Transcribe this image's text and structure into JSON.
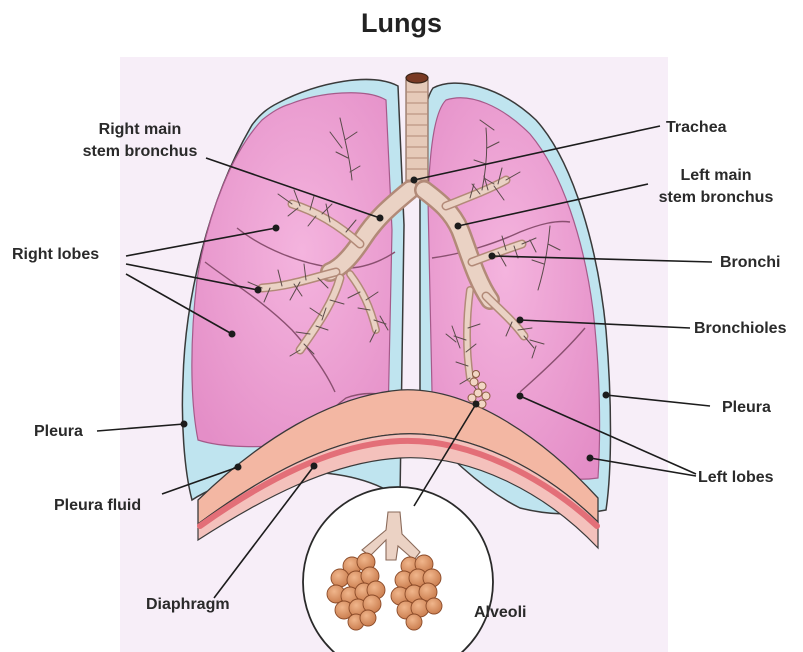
{
  "title": "Lungs",
  "labels": {
    "trachea": "Trachea",
    "right_main_stem_bronchus_line1": "Right main",
    "right_main_stem_bronchus_line2": "stem bronchus",
    "left_main_stem_bronchus_line1": "Left main",
    "left_main_stem_bronchus_line2": "stem bronchus",
    "right_lobes": "Right lobes",
    "bronchi": "Bronchi",
    "bronchioles": "Bronchioles",
    "pleura_right_side": "Pleura",
    "pleura_left_side": "Pleura",
    "left_lobes": "Left lobes",
    "pleura_fluid": "Pleura fluid",
    "diaphragm": "Diaphragm",
    "alveoli": "Alveoli"
  },
  "colors": {
    "paper": "#f7eef8",
    "lung_pink": "#ee9ed3",
    "pleura_blue": "#bfe4ef",
    "pleura_outline": "#7fbcd0",
    "airway_tan": "#e6cab9",
    "diaphragm_salmon": "#f3b7a3",
    "diaphragm_red": "#e36f78",
    "alveoli_brown": "#cf8a5e"
  }
}
